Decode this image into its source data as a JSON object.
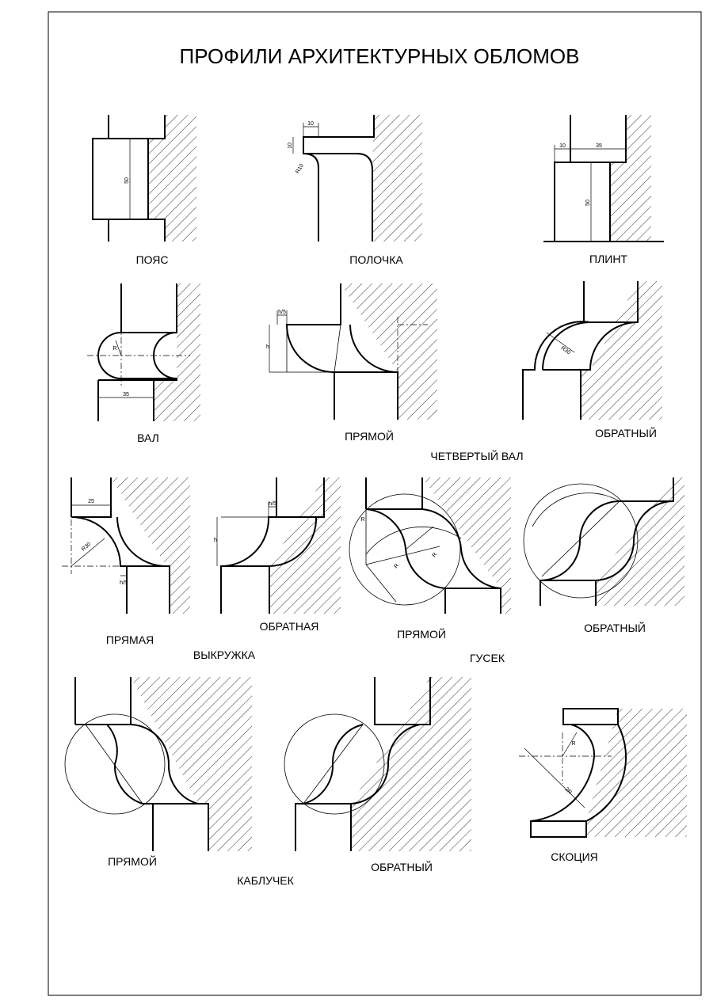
{
  "title": "ПРОФИЛИ АРХИТЕКТУРНЫХ ОБЛОМОВ",
  "labels": {
    "poyas": "ПОЯС",
    "polochka": "ПОЛОЧКА",
    "plint": "ПЛИНТ",
    "val": "ВАЛ",
    "chv_pryamoy": "ПРЯМОЙ",
    "chv_obratny": "ОБРАТНЫЙ",
    "chv_group": "ЧЕТВЕРТЫЙ ВАЛ",
    "vy_pryamaya": "ПРЯМАЯ",
    "vy_obratnaya": "ОБРАТНАЯ",
    "vy_group": "ВЫКРУЖКА",
    "gu_pryamoy": "ПРЯМОЙ",
    "gu_obratny": "ОБРАТНЫЙ",
    "gu_group": "ГУСЕК",
    "ka_pryamoy": "ПРЯМОЙ",
    "ka_obratny": "ОБРАТНЫЙ",
    "ka_group": "КАБЛУЧЕК",
    "skotsiya": "СКОЦИЯ"
  },
  "dims": {
    "poyas_h": "50",
    "pol_w": "10",
    "pol_h": "10",
    "pol_r": "R10",
    "pl_w1": "10",
    "pl_w2": "35",
    "pl_h": "50",
    "val_r": "R",
    "val_w": "35",
    "cv_h5": "h/5",
    "cv_h": "h",
    "cv_r": "R30",
    "vy_25": "25",
    "vy_r": "R30",
    "vy_h5": "h/5",
    "vo_h5": "h/5",
    "vo_h": "h",
    "gu_r1": "R",
    "gu_r2": "R",
    "gu_r3": "R",
    "sk_r": "R",
    "sk_2r": "2R"
  }
}
